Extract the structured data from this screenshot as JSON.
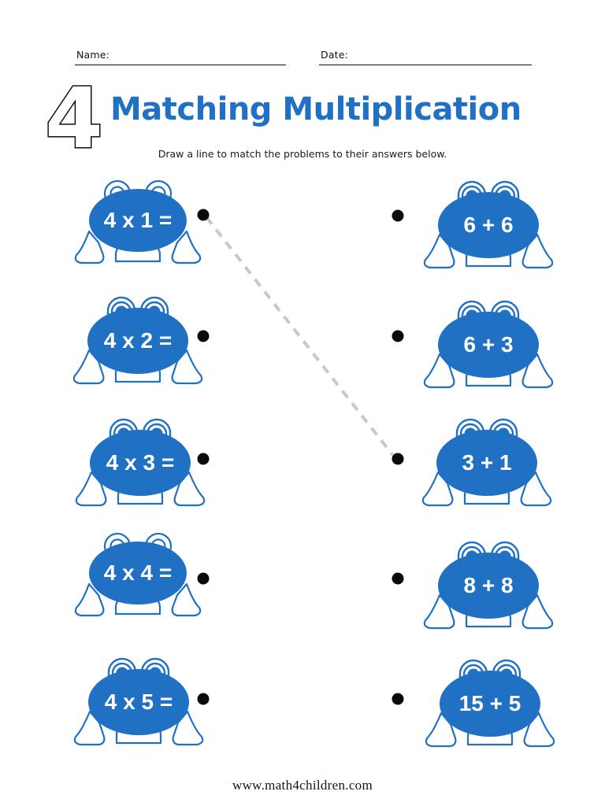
{
  "header": {
    "name_label": "Name:",
    "date_label": "Date:"
  },
  "title": {
    "number": "4",
    "text": "Matching Multiplication",
    "instruction": "Draw a line to match the problems to their answers below.",
    "accent_color": "#2071C4",
    "outline_color": "#111111"
  },
  "worksheet": {
    "left_column": [
      {
        "id": "problem-1",
        "text": "4 x 1 ="
      },
      {
        "id": "problem-2",
        "text": "4 x 2 ="
      },
      {
        "id": "problem-3",
        "text": "4 x 3 ="
      },
      {
        "id": "problem-4",
        "text": "4 x 4 ="
      },
      {
        "id": "problem-5",
        "text": "4 x 5 ="
      }
    ],
    "right_column": [
      {
        "id": "answer-1",
        "text": "6 + 6"
      },
      {
        "id": "answer-2",
        "text": "6 + 3"
      },
      {
        "id": "answer-3",
        "text": "3 + 1"
      },
      {
        "id": "answer-4",
        "text": "8 + 8"
      },
      {
        "id": "answer-5",
        "text": "15 + 5"
      }
    ],
    "connections": [
      {
        "from": "problem-1",
        "to": "answer-3",
        "style": "dashed",
        "color": "#c9c9c4"
      }
    ],
    "dot_color": "#0a0a0a",
    "frog_fill": "#2071C4",
    "frog_outline": "#2071C4",
    "frog_text_color": "#ffffff"
  },
  "footer": {
    "site": "www.math4children.com"
  }
}
